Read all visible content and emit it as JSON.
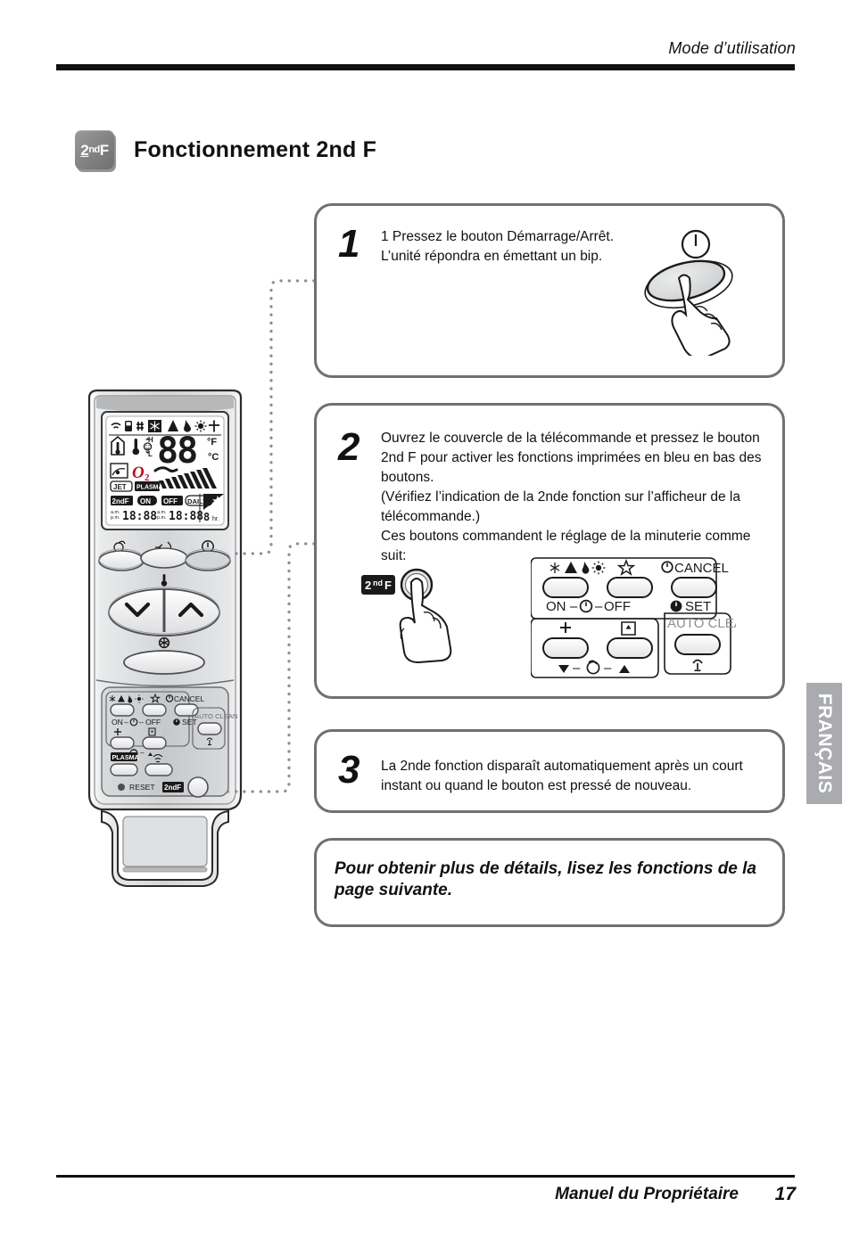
{
  "header": {
    "eyebrow": "Mode d’utilisation"
  },
  "title": {
    "chip_main": "2",
    "chip_sup": "nd",
    "chip_tail": "F",
    "text": "Fonctionnement 2nd F"
  },
  "steps": [
    {
      "number": "1",
      "text": "1 Pressez le bouton Démarrage/Arrêt.\nL’unité répondra en émettant un bip.",
      "illustration": "power-button-press"
    },
    {
      "number": "2",
      "text": "Ouvrez le couvercle de la télécommande et pressez le bouton 2nd F pour activer les fonctions imprimées en bleu en bas des boutons.\n(Vérifiez l’indication de la 2nde fonction sur l’afficheur de la télécommande.)\nCes boutons commandent le réglage de la minuterie comme suit:",
      "illustration": "second-f-button-press"
    },
    {
      "number": "3",
      "text": "La 2nde fonction disparaît automatiquement après un court instant ou quand le bouton est pressé de nouveau.",
      "illustration": "none"
    }
  ],
  "note": {
    "text": "Pour obtenir plus de détails, lisez les fonctions de la page suivante."
  },
  "callout_panel": {
    "row1_icons": "snowflake mountain droplet sun",
    "star_icon": "☆",
    "cancel_label": "CANCEL",
    "on_label": "ON",
    "off_label": "OFF",
    "set_label": "SET",
    "auto_clean_label": "AUTO CLEAN",
    "plus_icon": "+",
    "home_icon": "home-up",
    "down_arrow": "▼",
    "up_arrow": "▲",
    "clock_icon": "clock",
    "dash": "–",
    "bulb_icon": "bulb"
  },
  "second_f_chip": {
    "main": "2",
    "sup": "nd",
    "tail": "F"
  },
  "remote": {
    "lcd": {
      "top_icons": [
        "signal",
        "battery",
        "filter",
        "snowflake-box",
        "mountain",
        "droplet",
        "sun",
        "fan-plus"
      ],
      "room_icon": "home-thermometer",
      "temp_icon": "thermometer",
      "hi_label": "H",
      "lo_label": "L",
      "face_icon": "smiley",
      "digits": "88",
      "unit_f": "°F",
      "unit_c": "°C",
      "jet_label": "JET",
      "plasma_label": "PLASMA",
      "o2_label": "O",
      "o2_sub": "2",
      "second_f_label": "2ndF",
      "on_label": "ON",
      "off_label": "OFF",
      "daily_label": "DAILY",
      "am_label": "a.m.",
      "pm_label": "p.m.",
      "time_left": "18:88",
      "time_right": "18:88",
      "sleep_hours": "8",
      "hr_label": "hr."
    },
    "buttons": {
      "jet_icon": "jet-fan",
      "swing_icon": "air-swing",
      "power_icon": "power",
      "temp_icon": "thermometer",
      "down_chevron": "∨",
      "up_chevron": "∧",
      "fan_icon": "fan",
      "row1_icons": "snowflake mountain droplet sun",
      "star_icon": "☆",
      "cancel_label": "CANCEL",
      "on_label": "ON",
      "off_label": "OFF",
      "set_label": "SET",
      "auto_clean_label": "AUTO CLEAN",
      "plus_icon": "+",
      "home_icon": "home-up",
      "down_arrow": "▼",
      "up_arrow": "▲",
      "plasma_label": "PLASMA",
      "updown_icon": "updown",
      "reset_label": "RESET",
      "second_f_label": "2ndF"
    }
  },
  "footer": {
    "manual_label": "Manuel du Propriétaire",
    "page_number": "17",
    "language_tab": "FRANÇAIS"
  },
  "colors": {
    "box_border": "#6e7073",
    "rule": "#111111",
    "tab_bg": "#a9abae",
    "lcd_bg": "#ffffff",
    "remote_body": "#c9cbcd",
    "o2_red": "#b5121b"
  }
}
